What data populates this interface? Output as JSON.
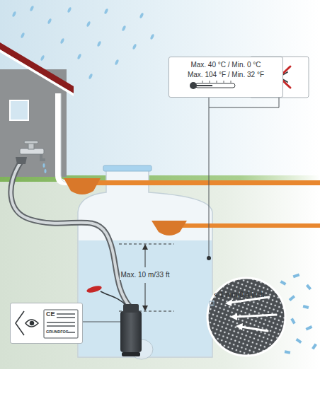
{
  "diagram": {
    "nodes": [
      {
        "text": [
          "Max. 40 °C / Min. 0 °C",
          "Max. 104 °F / Min. 32 °F"
        ]
      },
      {
        "text": [
          "CE",
          "GRUNDFOS"
        ]
      }
    ],
    "labels": [
      "Max. 10 m/33 ft",
      "< 1 mm/0.4 inch"
    ]
  }
}
